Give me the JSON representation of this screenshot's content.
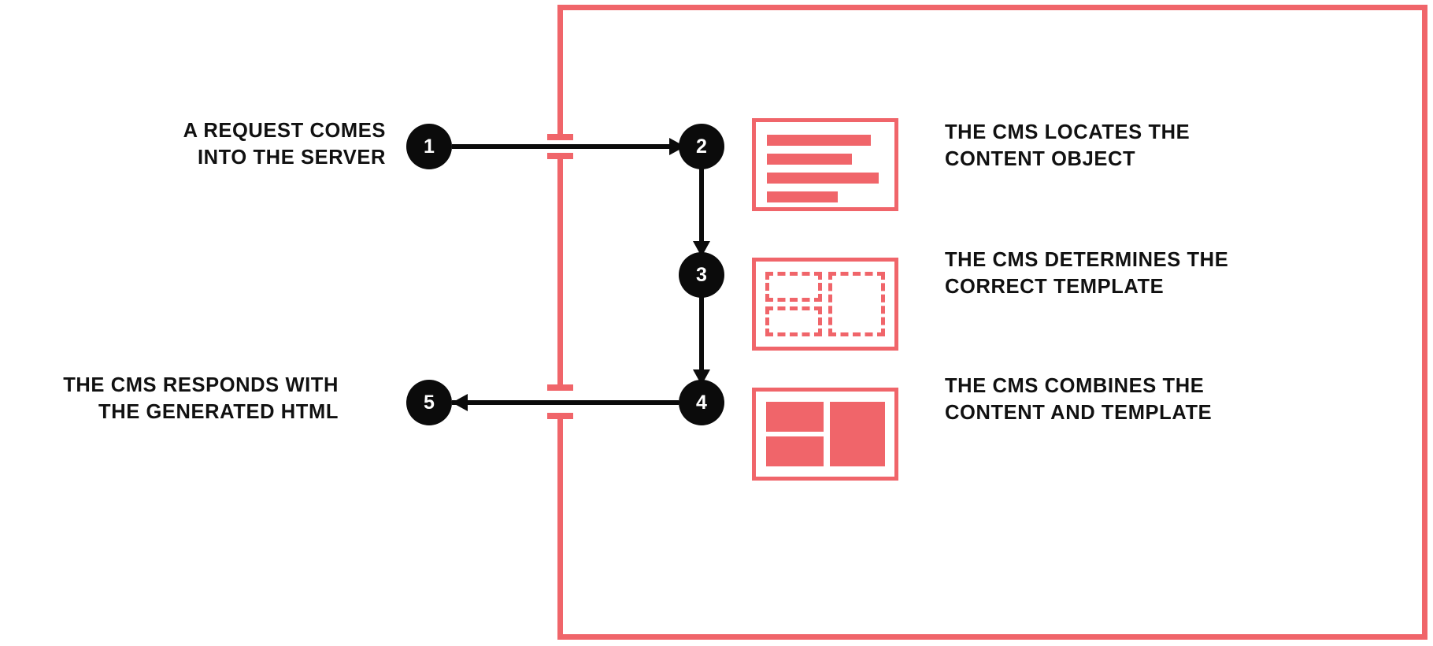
{
  "colors": {
    "accent_red": "#f0656a",
    "node_black": "#0b0b0b",
    "text_black": "#111111",
    "background": "#ffffff"
  },
  "diagram": {
    "title_text": "",
    "steps": [
      {
        "number": "1",
        "side": "left",
        "label_line1": "A REQUEST COMES",
        "label_line2": "INTO THE SERVER",
        "icon": null
      },
      {
        "number": "2",
        "side": "right",
        "label_line1": "THE CMS LOCATES THE",
        "label_line2": "CONTENT OBJECT",
        "icon": "content-lines-icon"
      },
      {
        "number": "3",
        "side": "right",
        "label_line1": "THE CMS DETERMINES THE",
        "label_line2": "CORRECT TEMPLATE",
        "icon": "dashed-template-icon"
      },
      {
        "number": "4",
        "side": "right",
        "label_line1": "THE CMS COMBINES THE",
        "label_line2": "CONTENT AND TEMPLATE",
        "icon": "filled-layout-icon"
      },
      {
        "number": "5",
        "side": "left",
        "label_line1": "THE CMS RESPONDS WITH",
        "label_line2": "THE GENERATED HTML",
        "icon": null
      }
    ],
    "connectors": [
      {
        "name": "arrow-1-to-2",
        "direction": "right"
      },
      {
        "name": "arrow-2-to-3",
        "direction": "down"
      },
      {
        "name": "arrow-3-to-4",
        "direction": "down"
      },
      {
        "name": "arrow-4-to-5",
        "direction": "left"
      }
    ],
    "boundary": {
      "name": "server-boundary",
      "style": "solid-red-rail-with-caps"
    }
  }
}
